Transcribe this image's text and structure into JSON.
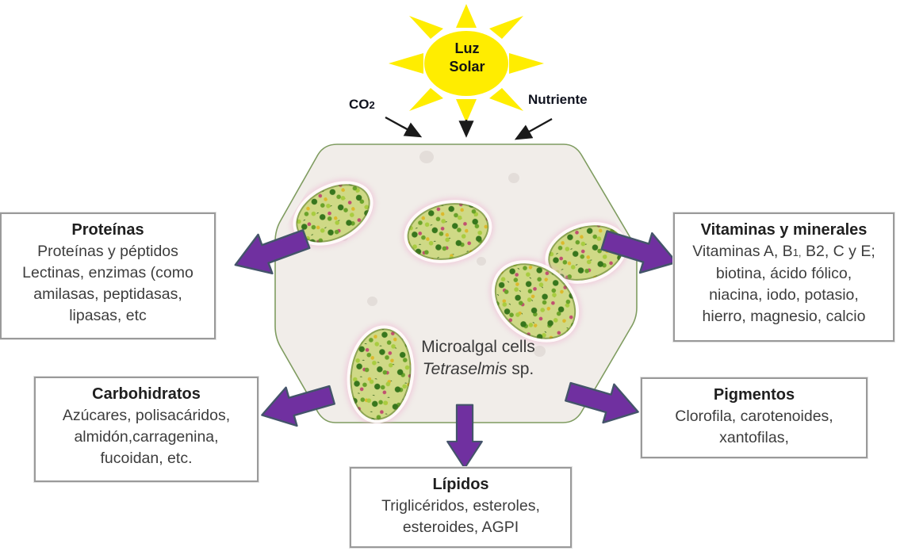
{
  "diagram": {
    "sun": {
      "line1": "Luz",
      "line2": "Solar"
    },
    "inputs": {
      "co2_pre": "CO",
      "co2_sub": "2",
      "nutrient": "Nutriente"
    },
    "micrograph": {
      "caption_line1": "Microalgal cells",
      "species_italic": "Tetraselmis",
      "species_suffix": " sp."
    },
    "boxes": {
      "proteinas": {
        "title": "Proteínas",
        "lines": [
          "Proteínas y péptidos",
          "Lectinas, enzimas (como",
          "amilasas, peptidasas,",
          "lipasas, etc"
        ]
      },
      "carbohidratos": {
        "title": "Carbohidratos",
        "lines": [
          "Azúcares, polisacáridos,",
          "almidón,carragenina,",
          "fucoidan, etc."
        ]
      },
      "lipidos": {
        "title": "Lípidos",
        "lines": [
          "Triglicéridos, esteroles,",
          "esteroides, AGPI"
        ]
      },
      "pigmentos": {
        "title": "Pigmentos",
        "lines": [
          "Clorofila, carotenoides,",
          "xantofilas,"
        ]
      },
      "vitaminas": {
        "title": "Vitaminas y minerales",
        "line1_pre": "Vitaminas A, B",
        "line1_sub": "1,",
        "line1_post": " B2, C y E;",
        "lines": [
          "biotina, ácido fólico,",
          "niacina, iodo, potasio,",
          "hierro, magnesio, calcio"
        ]
      }
    },
    "colors": {
      "arrow_fill": "#7030A0",
      "arrow_stroke": "#44546A",
      "sun_yellow": "#FFED00",
      "panel_fill": "#F1EDE9",
      "panel_border": "#7F9C60",
      "box_border": "#9A9A9A",
      "text_dark": "#1F1F1F",
      "text_body": "#3D3D3D"
    }
  }
}
